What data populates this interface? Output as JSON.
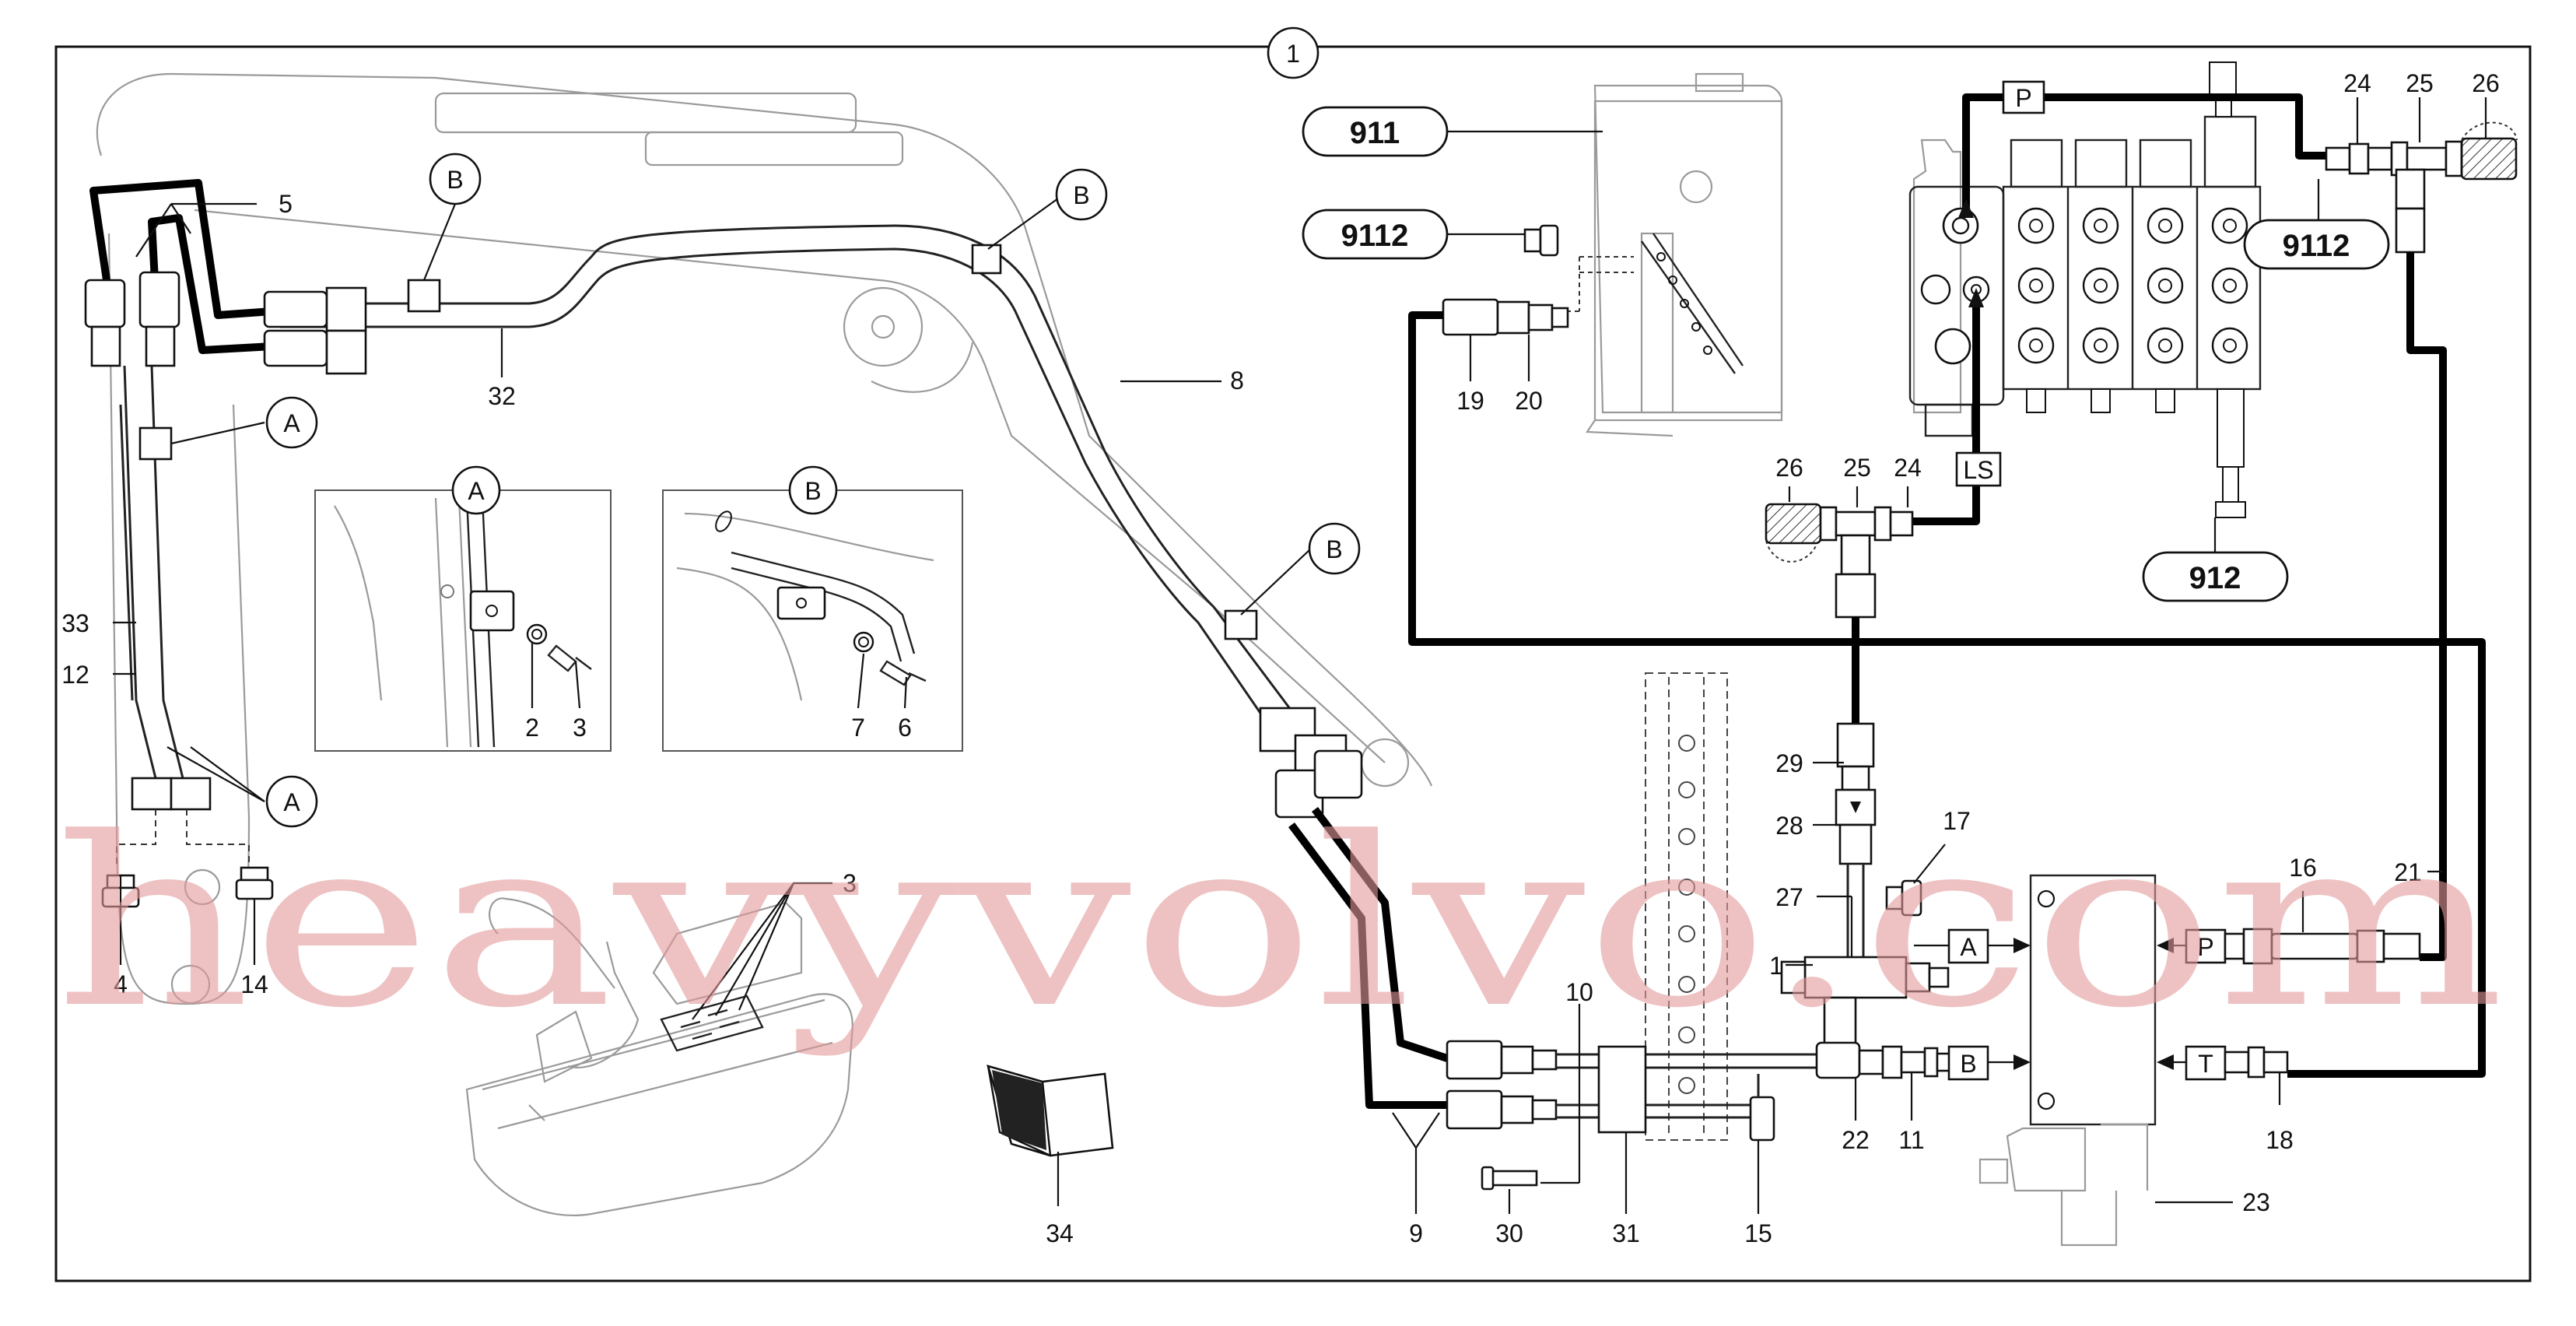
{
  "figure_number": "1",
  "watermark": "heavyvolvo.com",
  "colors": {
    "watermark": "#e39a9a",
    "line": "#111111",
    "ghost": "#9a9a9a"
  },
  "pills": [
    "911",
    "9112",
    "9112",
    "912"
  ],
  "ports": [
    "P",
    "LS",
    "A",
    "B",
    "P",
    "T"
  ],
  "detail_labels": [
    "A",
    "B"
  ],
  "callouts": {
    "A": [
      "A",
      "A",
      "A"
    ],
    "B": [
      "B",
      "B",
      "B",
      "B"
    ]
  },
  "part_numbers": {
    "n1": "1",
    "n2": "2",
    "n3": "3",
    "n3b": "3",
    "n4": "4",
    "n5": "5",
    "n6": "6",
    "n7": "7",
    "n8": "8",
    "n9": "9",
    "n10": "10",
    "n11": "11",
    "n12": "12",
    "n14": "14",
    "n15": "15",
    "n16": "16",
    "n17": "17",
    "n18": "18",
    "n19": "19",
    "n20": "20",
    "n21": "21",
    "n22": "22",
    "n23": "23",
    "n24a": "24",
    "n24b": "24",
    "n25a": "25",
    "n25b": "25",
    "n26a": "26",
    "n26b": "26",
    "n27": "27",
    "n28": "28",
    "n29": "29",
    "n30": "30",
    "n31": "31",
    "n32": "32",
    "n33": "33",
    "n34": "34"
  }
}
